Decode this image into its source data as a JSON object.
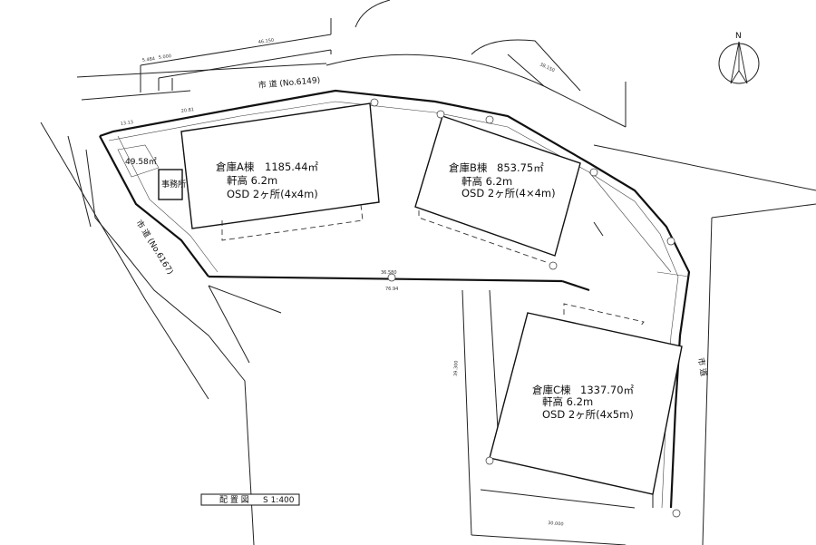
{
  "buildings": {
    "a": {
      "name": "倉庫A棟",
      "area": "1185.44㎡",
      "eave": "軒高 6.2m",
      "osd": "OSD 2ヶ所(4x4m)"
    },
    "b": {
      "name": "倉庫B棟",
      "area": "853.75㎡",
      "eave": "軒高 6.2m",
      "osd": "OSD 2ヶ所(4×4m)"
    },
    "c": {
      "name": "倉庫C棟",
      "area": "1337.70㎡",
      "eave": "軒高 6.2m",
      "osd": "OSD 2ヶ所(4x5m)"
    }
  },
  "small_area": "49.58㎡",
  "office": "事務所",
  "roads": {
    "upper": "市 道 (No.6149)",
    "left": "市 道 (No.6167)",
    "right": "市 道"
  },
  "title_block": {
    "label": "配 置 図",
    "scale": "S 1:400"
  },
  "north": "N",
  "dimensions": {
    "d1": "46.150",
    "d2": "5.484",
    "d3": "5.000",
    "d4": "38.150",
    "d5": "39.300",
    "d6": "36.580",
    "d7": "30.000",
    "d8": "13.13",
    "d9": "20.81",
    "d10": "76.94"
  }
}
